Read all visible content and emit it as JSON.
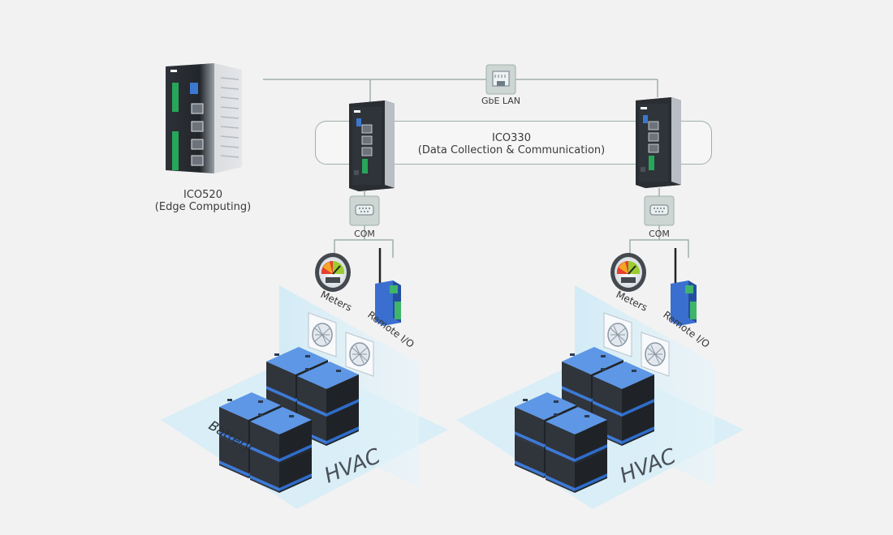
{
  "edge_device": {
    "name": "ICO520",
    "role": "(Edge Computing)"
  },
  "lan_label": "GbE LAN",
  "collector": {
    "name": "ICO330",
    "role": "(Data Collection & Communication)"
  },
  "sites": [
    {
      "com_label": "COM",
      "meters_label": "Meters",
      "remote_io_label": "Remote I/O",
      "battery_label": "Battery",
      "hvac_label": "HVAC"
    },
    {
      "com_label": "COM",
      "meters_label": "Meters",
      "remote_io_label": "Remote I/O",
      "battery_label": "",
      "hvac_label": "HVAC"
    }
  ],
  "colors": {
    "line": "#9fb0aa",
    "battery_top": "#4a86d8",
    "battery_body": "#2b2f36",
    "device_green": "#27a65a",
    "remote_io_blue": "#3a6fd0"
  }
}
